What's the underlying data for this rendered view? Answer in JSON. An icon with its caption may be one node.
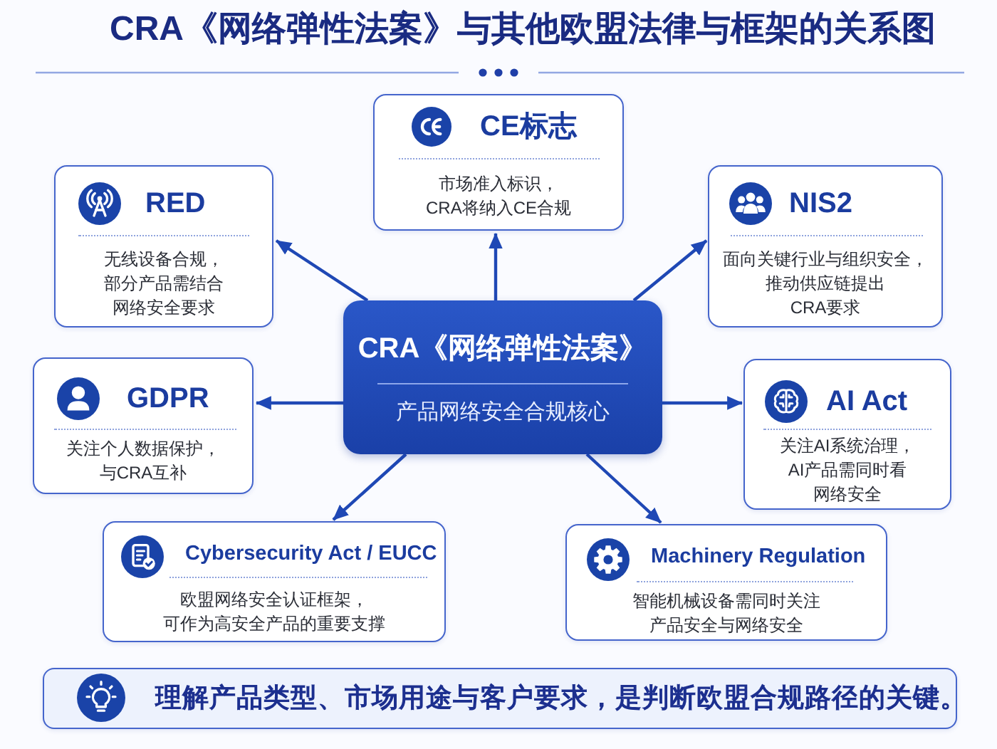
{
  "diagram": {
    "title": "CRA《网络弹性法案》与其他欧盟法律与框架的关系图",
    "nodes": [
      {
        "text": [
          "CE标志",
          "市场准入标识，CRA将纳入CE合规"
        ]
      },
      {
        "text": [
          "RED",
          "无线设备合规，部分产品需结合网络安全要求"
        ]
      },
      {
        "text": [
          "NIS2",
          "面向关键行业与组织安全，推动供应链提出CRA要求"
        ]
      },
      {
        "text": [
          "CRA《网络弹性法案》",
          "产品网络安全合规核心"
        ]
      },
      {
        "text": [
          "GDPR",
          "关注个人数据保护，与CRA互补"
        ]
      },
      {
        "text": [
          "AI Act",
          "关注AI系统治理，AI产品需同时看网络安全"
        ]
      },
      {
        "text": [
          "Cybersecurity Act / EUCC",
          "欧盟网络安全认证框架，可作为高安全产品的重要支撑"
        ]
      },
      {
        "text": [
          "Machinery Regulation",
          "智能机械设备需同时关注产品安全与网络安全"
        ]
      },
      {
        "text": [
          "理解产品类型、市场用途与客户要求，是判断欧盟合规路径的关键。"
        ]
      }
    ],
    "edges": [
      {
        "from": 3,
        "to": 0,
        "arrow": "to"
      },
      {
        "from": 3,
        "to": 1,
        "arrow": "to"
      },
      {
        "from": 3,
        "to": 2,
        "arrow": "to"
      },
      {
        "from": 3,
        "to": 4,
        "arrow": "to"
      },
      {
        "from": 3,
        "to": 5,
        "arrow": "to"
      },
      {
        "from": 3,
        "to": 6,
        "arrow": "to"
      },
      {
        "from": 3,
        "to": 7,
        "arrow": "to"
      }
    ]
  }
}
